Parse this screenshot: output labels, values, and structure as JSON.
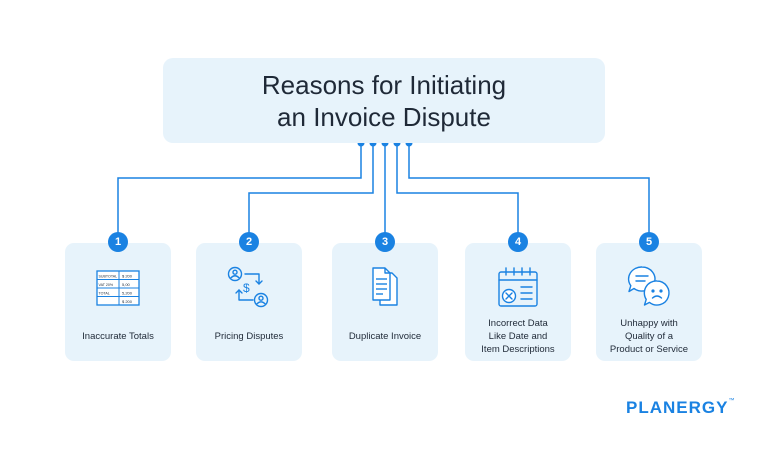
{
  "title": {
    "line1": "Reasons for Initiating",
    "line2": "an Invoice Dispute"
  },
  "colors": {
    "accent": "#1a82e2",
    "card_bg": "#e7f3fb",
    "text": "#1f2937"
  },
  "reasons": [
    {
      "number": "1",
      "label": "Inaccurate Totals",
      "icon": "invoice-table-icon",
      "table": [
        [
          "SUBTOTAL",
          "$ 200"
        ],
        [
          "VAT 20%",
          "5,00"
        ],
        [
          "TOTAL",
          "5,200"
        ],
        [
          "",
          "$ 200"
        ]
      ]
    },
    {
      "number": "2",
      "label": "Pricing Disputes",
      "icon": "price-exchange-icon"
    },
    {
      "number": "3",
      "label": "Duplicate Invoice",
      "icon": "duplicate-document-icon"
    },
    {
      "number": "4",
      "label": "Incorrect Data\nLike Date and\nItem Descriptions",
      "icon": "calendar-error-icon"
    },
    {
      "number": "5",
      "label": "Unhappy with\nQuality of a\nProduct or Service",
      "icon": "unhappy-chat-icon"
    }
  ],
  "brand": {
    "name": "PLANERGY",
    "mark": "™"
  }
}
